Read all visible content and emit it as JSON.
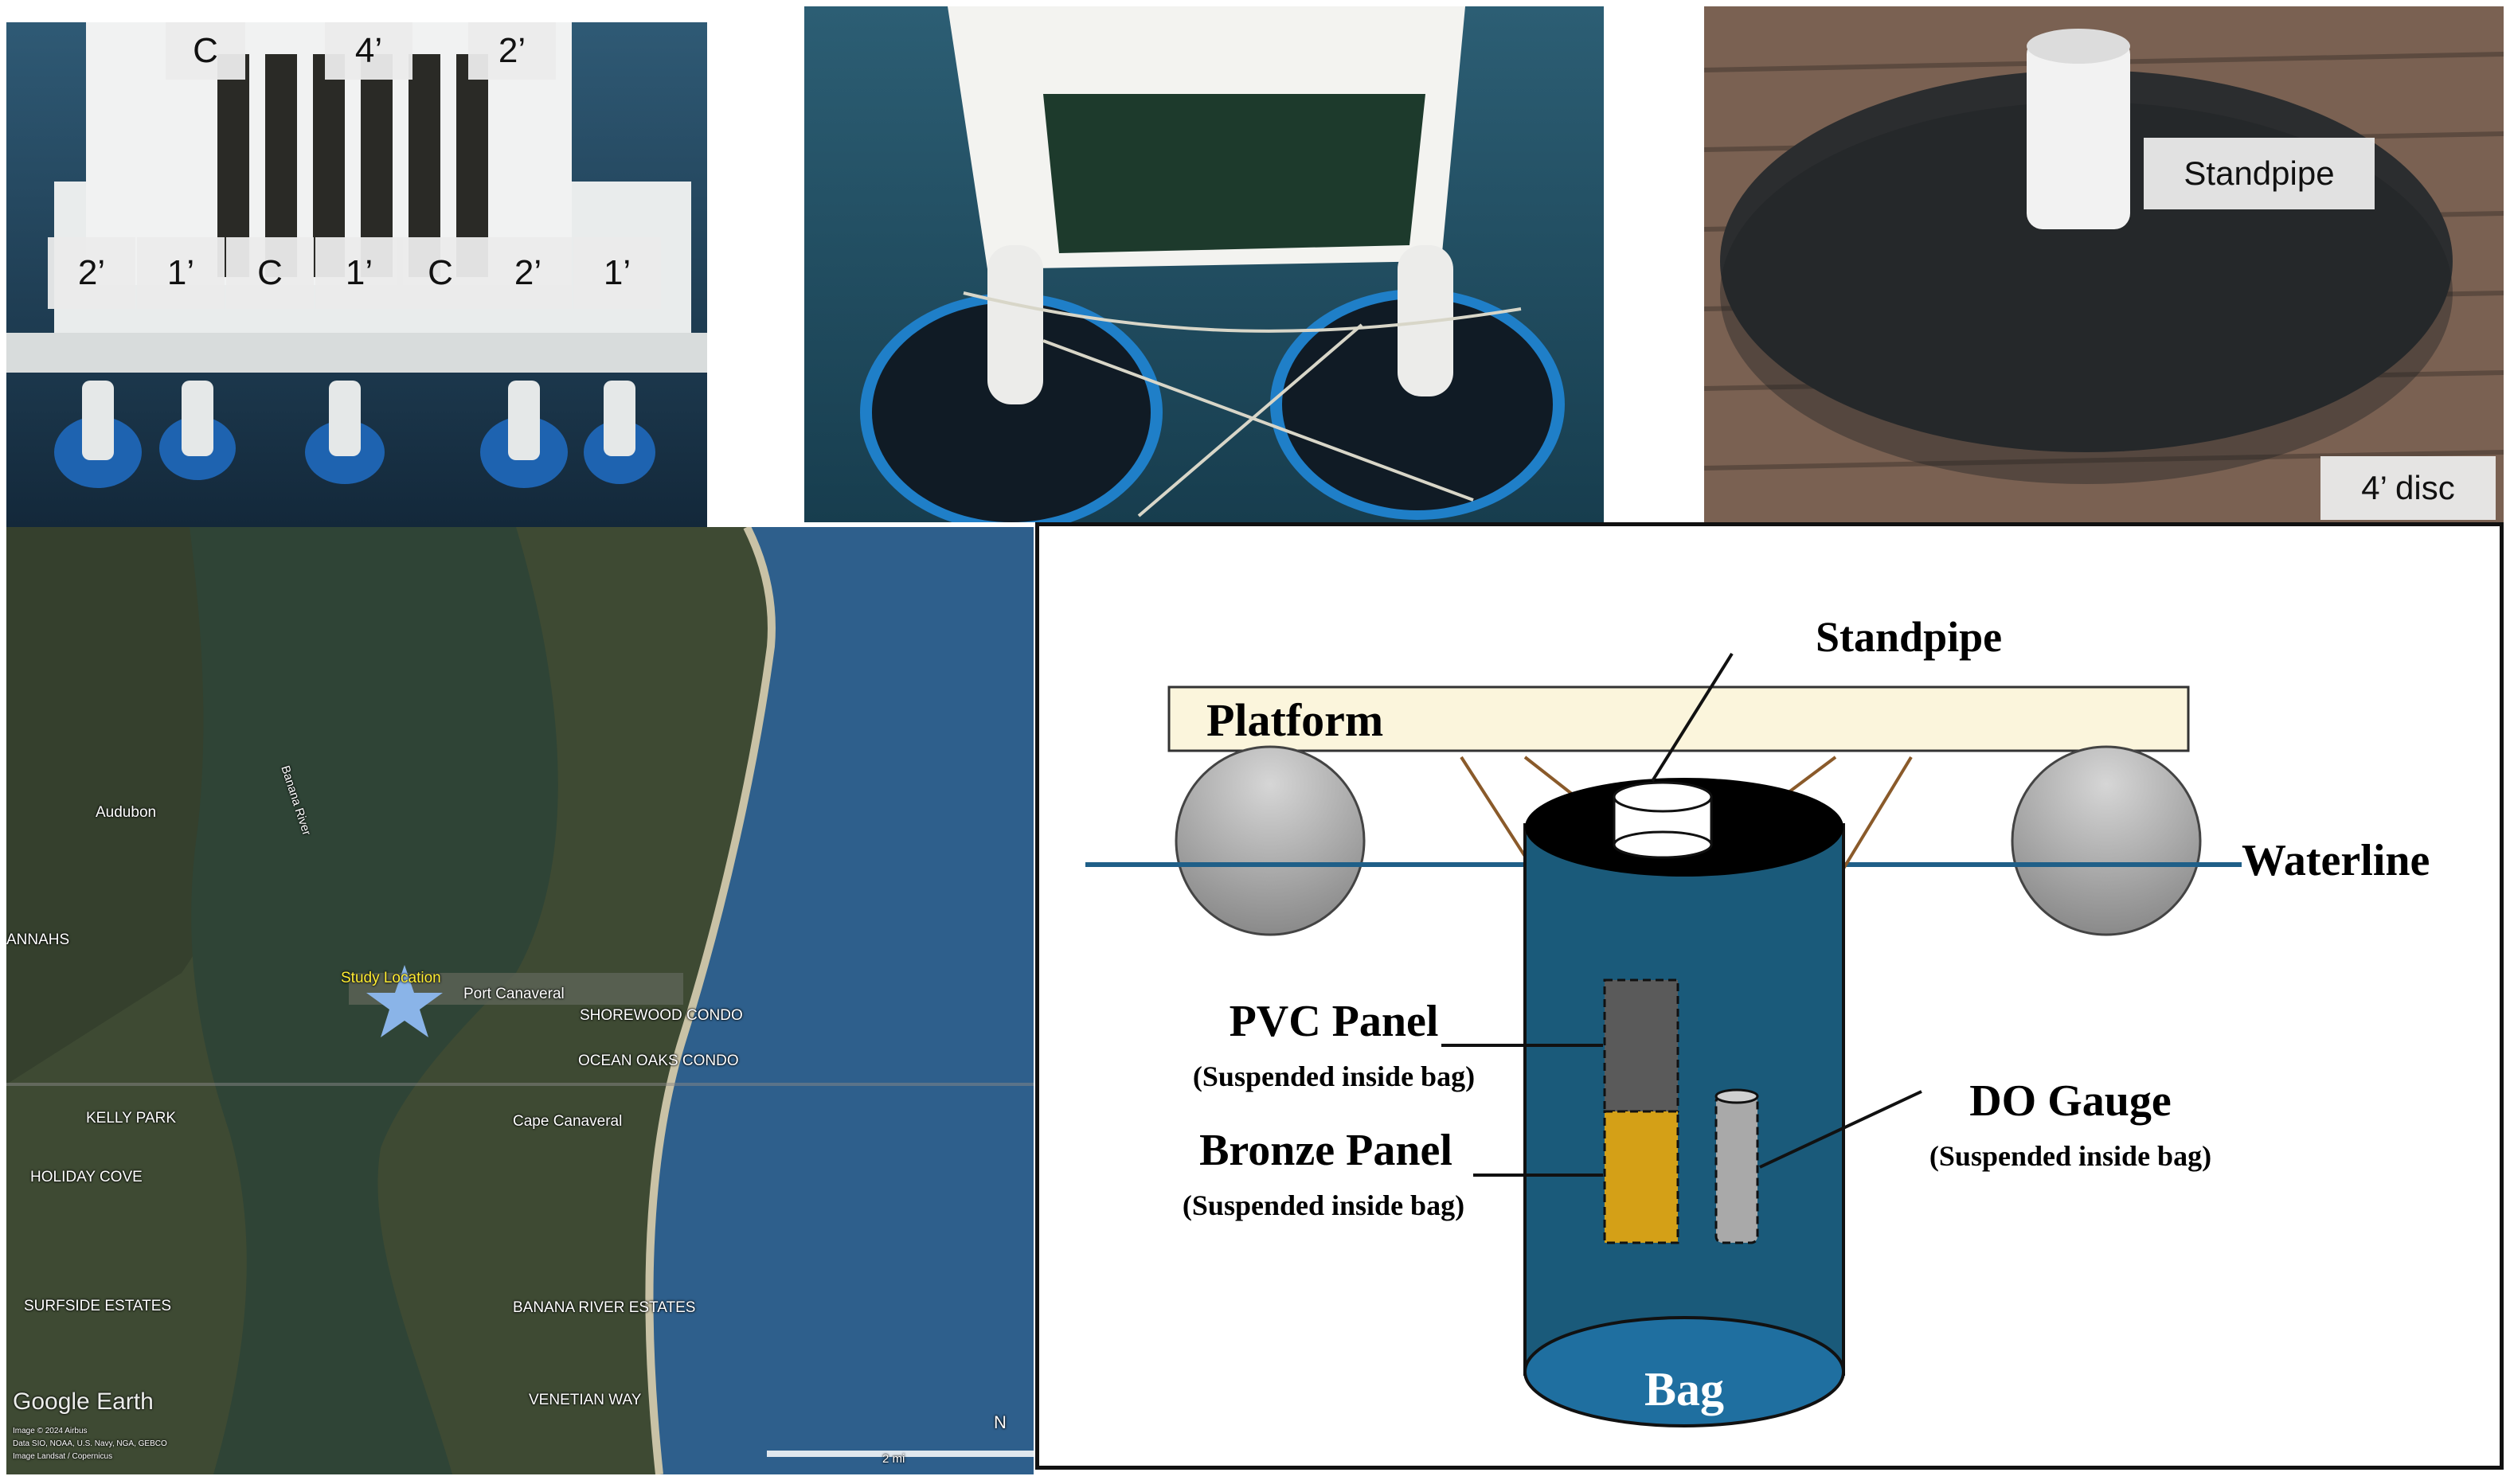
{
  "photo_platform": {
    "labels_top": [
      "C",
      "4’",
      "2’"
    ],
    "labels_bottom": [
      "2’",
      "1’",
      "C",
      "1’",
      "C",
      "2’",
      "1’"
    ]
  },
  "photo_disc": {
    "standpipe_label": "Standpipe",
    "disc_label": "4’ disc"
  },
  "map": {
    "places": {
      "audubon": "Audubon",
      "banana_river": "Banana River",
      "annahs": "ANNAHS",
      "study_location": "Study Location",
      "port_canaveral": "Port Canaveral",
      "shorewood": "SHOREWOOD CONDO",
      "ocean_oaks": "OCEAN OAKS CONDO",
      "kelly_park": "KELLY PARK",
      "cape_canaveral": "Cape Canaveral",
      "holiday_cove": "HOLIDAY COVE",
      "surfside": "SURFSIDE ESTATES",
      "banana_river_estates": "BANANA RIVER ESTATES",
      "venetian_way": "VENETIAN WAY"
    },
    "attribution": "Google Earth",
    "image_credit_1": "Image © 2024 Airbus",
    "image_credit_2": "Data SIO, NOAA, U.S. Navy, NGA, GEBCO",
    "image_credit_3": "Image Landsat / Copernicus",
    "scale": "2 mi",
    "north": "N",
    "colors": {
      "land": "#3e4a33",
      "lagoon": "#2f4436",
      "ocean": "#2e5f8c",
      "star": "#8ab4e8"
    }
  },
  "schematic": {
    "platform": "Platform",
    "standpipe": "Standpipe",
    "waterline": "Waterline",
    "pvc_panel": "PVC Panel",
    "pvc_sub": "(Suspended inside bag)",
    "bronze_panel": "Bronze Panel",
    "bronze_sub": "(Suspended inside bag)",
    "do_gauge": "DO Gauge",
    "do_sub": "(Suspended inside bag)",
    "bag": "Bag",
    "colors": {
      "bag": "#1a5a7a",
      "platform": "#fbf5dc",
      "bronze": "#d4a017",
      "pvc": "#5a5a5a",
      "float": "#8a8a8a",
      "waterline": "#1f5f88"
    }
  }
}
